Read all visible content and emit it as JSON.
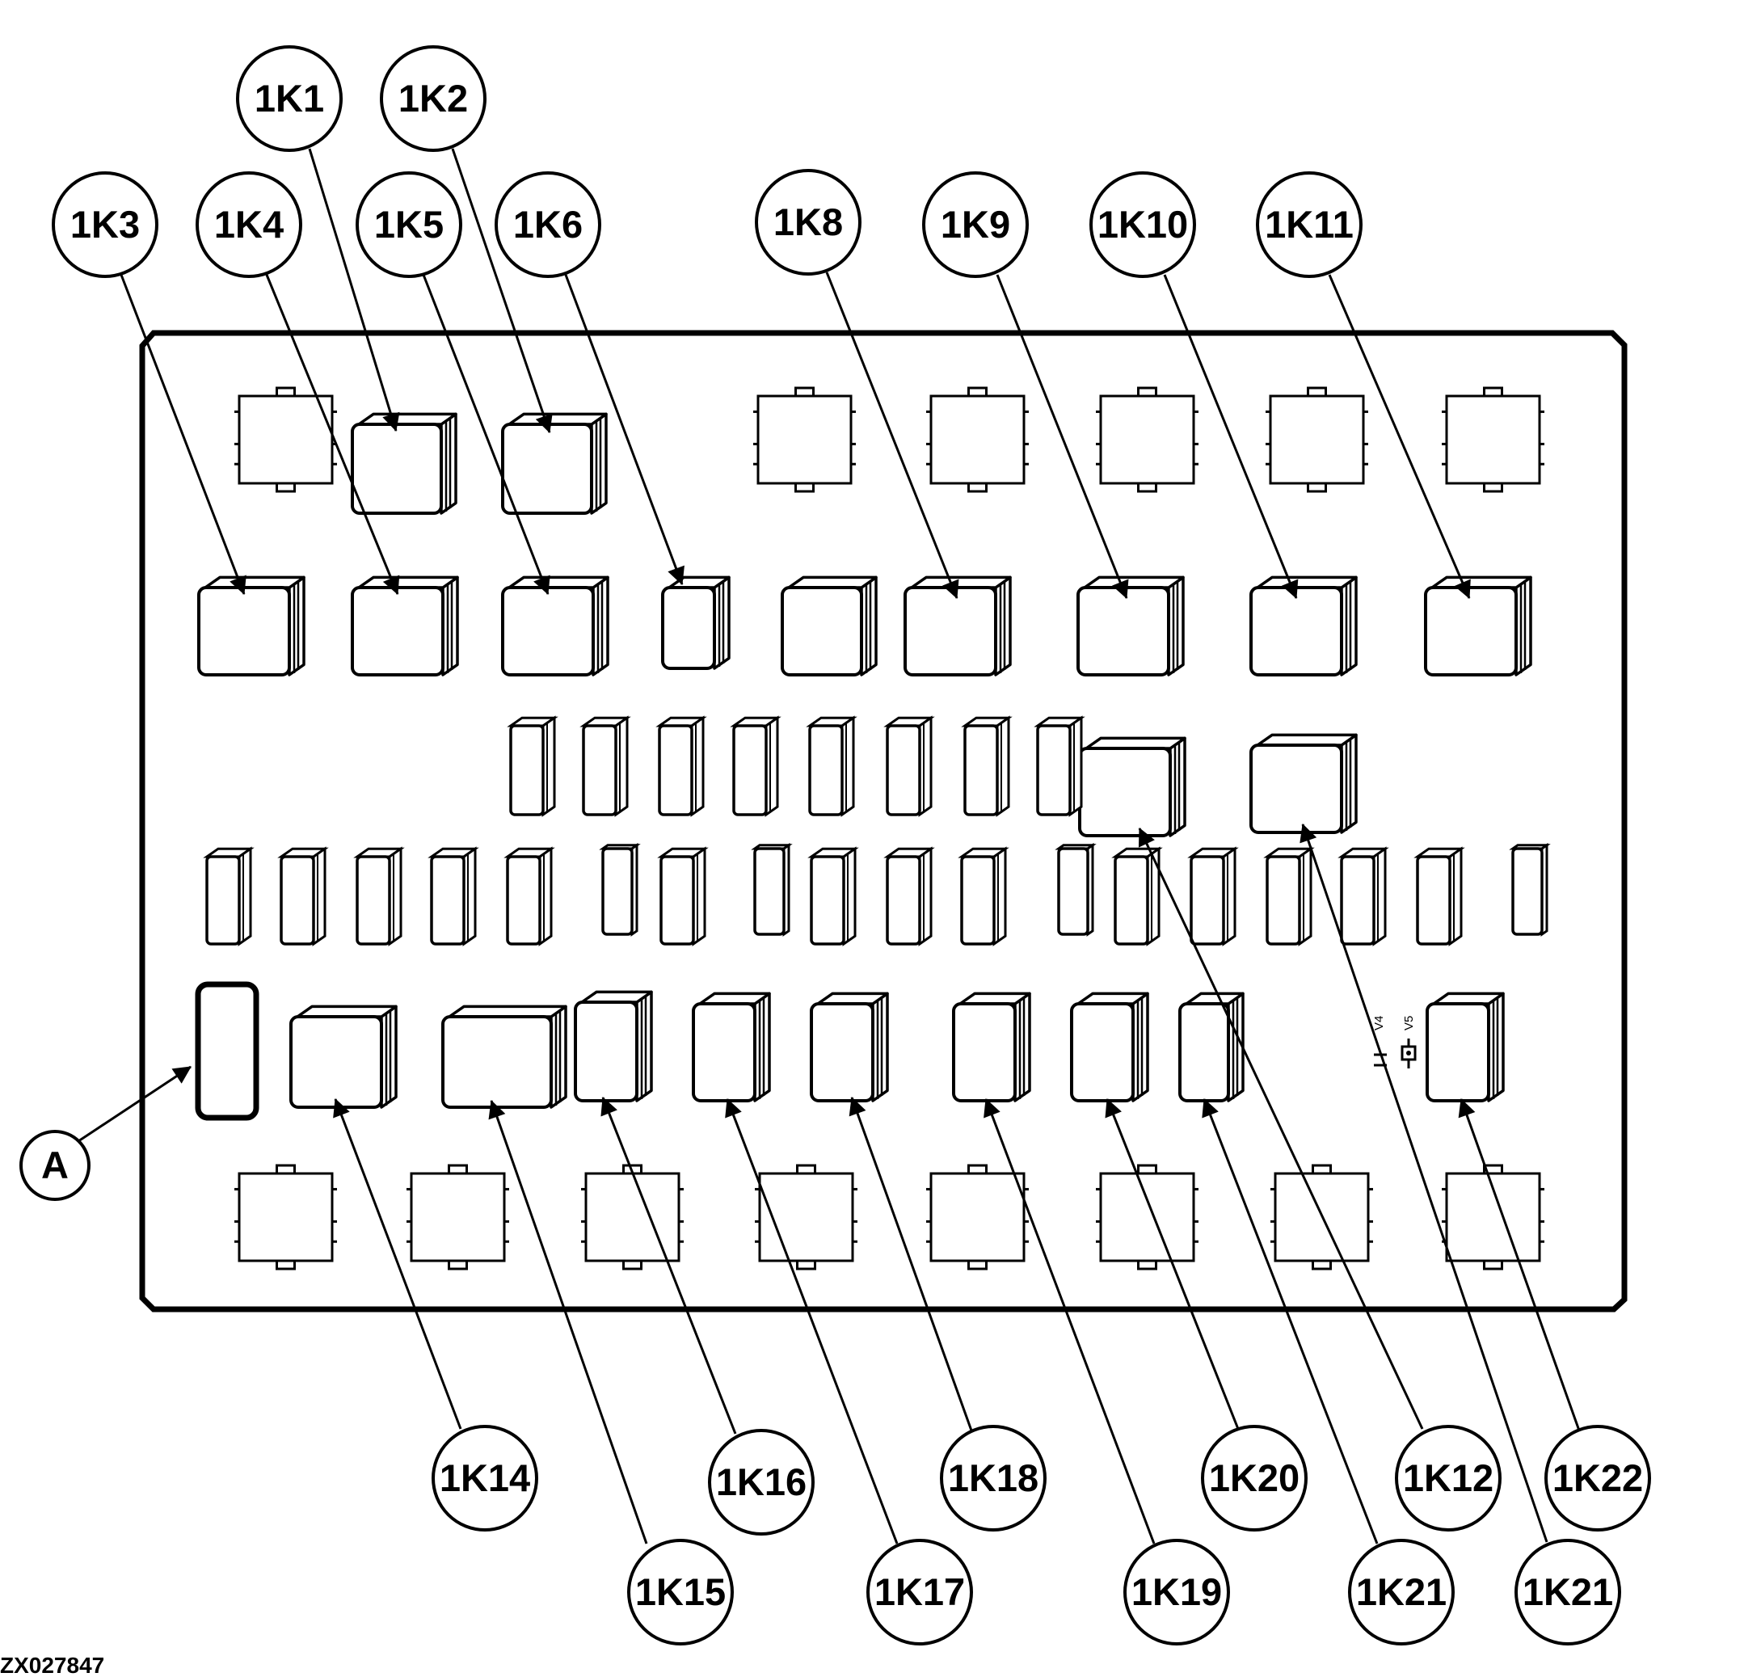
{
  "figure_code": "ZX027847",
  "callouts": {
    "k1": "1K1",
    "k2": "1K2",
    "k3": "1K3",
    "k4": "1K4",
    "k5": "1K5",
    "k6": "1K6",
    "k8": "1K8",
    "k9": "1K9",
    "k10": "1K10",
    "k11": "1K11",
    "k12": "1K12",
    "k14": "1K14",
    "k15": "1K15",
    "k16": "1K16",
    "k17": "1K17",
    "k18": "1K18",
    "k19": "1K19",
    "k20": "1K20",
    "k21a": "1K21",
    "k21b": "1K21",
    "k22": "1K22",
    "a": "A"
  },
  "board_labels": {
    "v4": "V4",
    "v5": "V5"
  }
}
